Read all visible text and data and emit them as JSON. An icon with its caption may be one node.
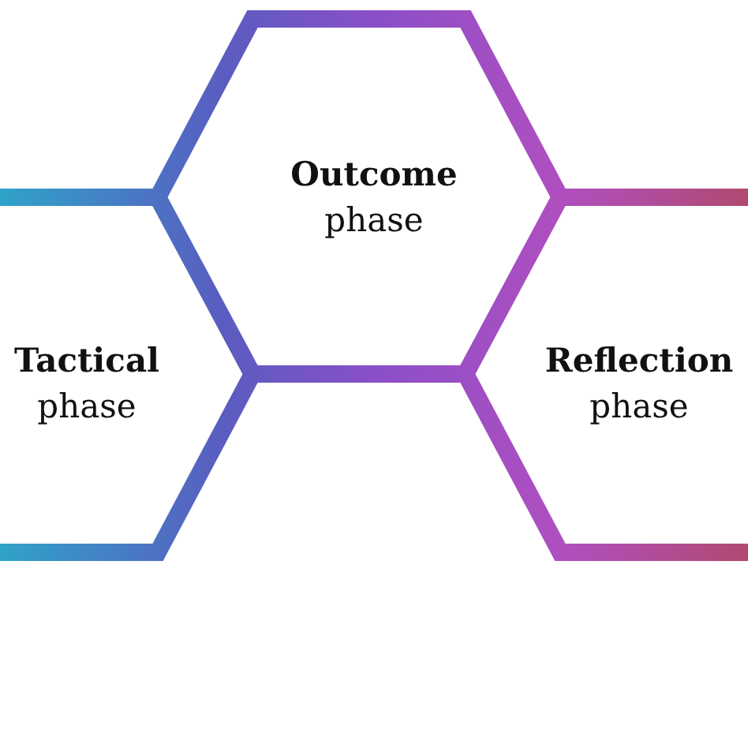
{
  "diagram": {
    "nodes": [
      {
        "text": [
          "**Tactical** phase"
        ]
      },
      {
        "text": [
          "**Outcome** phase"
        ]
      },
      {
        "text": [
          "**Reflection** phase"
        ]
      }
    ]
  }
}
